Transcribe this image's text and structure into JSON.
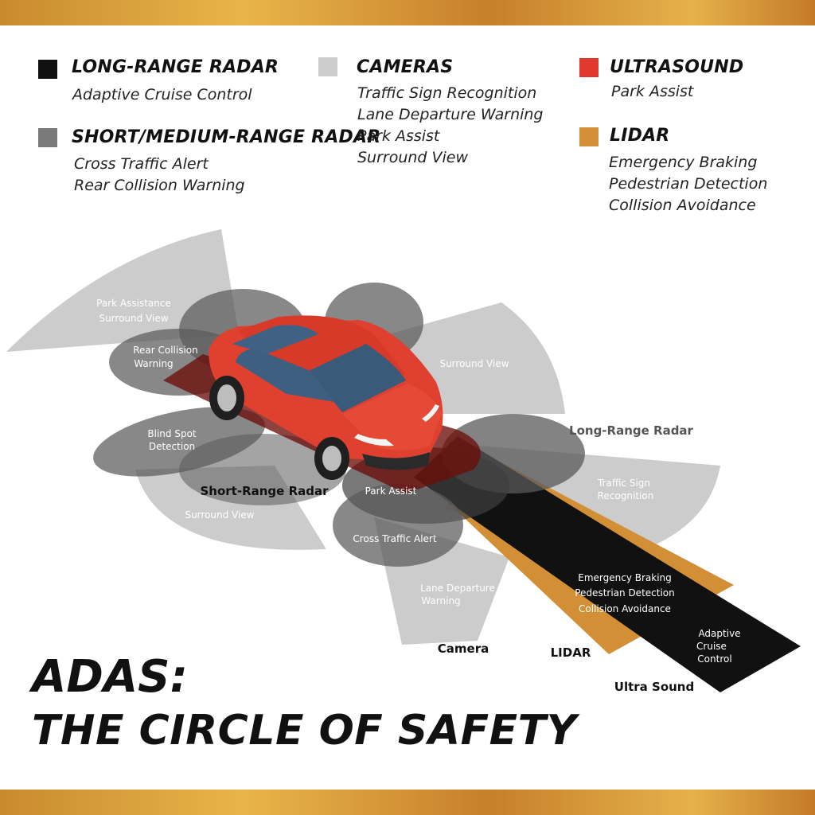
{
  "colors": {
    "long_range_radar": "#111111",
    "short_medium_range_radar": "#7a7a7a",
    "cameras": "#cccccc",
    "ultrasound": "#e03a2e",
    "lidar": "#d38f35",
    "car_body": "#e0402f",
    "band_gold": "#d9a23a"
  },
  "legend": {
    "long_range_radar": {
      "title": "LONG-RANGE RADAR",
      "items": [
        "Adaptive Cruise Control"
      ]
    },
    "short_medium_range_radar": {
      "title": "SHORT/MEDIUM-RANGE RADAR",
      "items": [
        "Cross Traffic Alert",
        "Rear Collision Warning"
      ]
    },
    "cameras": {
      "title": "CAMERAS",
      "items": [
        "Traffic Sign Recognition",
        "Lane Departure Warning",
        "Park Assist",
        "Surround View"
      ]
    },
    "ultrasound": {
      "title": "ULTRASOUND",
      "items": [
        "Park Assist"
      ]
    },
    "lidar": {
      "title": "LIDAR",
      "items": [
        "Emergency Braking",
        "Pedestrian Detection",
        "Collision Avoidance"
      ]
    }
  },
  "diagram": {
    "park_assistance": "Park Assistance",
    "surround_view_rear": "Surround View",
    "rear_collision_1": "Rear Collision",
    "rear_collision_2": "Warning",
    "surround_view_front": "Surround View",
    "long_range_radar": "Long-Range Radar",
    "blind_spot_1": "Blind Spot",
    "blind_spot_2": "Detection",
    "short_range_radar": "Short-Range Radar",
    "park_assist": "Park Assist",
    "surround_view_side": "Surround View",
    "traffic_sign_1": "Traffic Sign",
    "traffic_sign_2": "Recognition",
    "cross_traffic_alert": "Cross Traffic Alert",
    "lane_departure_1": "Lane Departure",
    "lane_departure_2": "Warning",
    "emergency_braking": "Emergency Braking",
    "pedestrian_detection": "Pedestrian Detection",
    "collision_avoidance": "Collision Avoidance",
    "adaptive_1": "Adaptive",
    "adaptive_2": "Cruise",
    "adaptive_3": "Control",
    "camera": "Camera",
    "lidar": "LIDAR",
    "ultra_sound": "Ultra Sound"
  },
  "heading": {
    "line1": "ADAS:",
    "line2": "THE CIRCLE OF SAFETY"
  }
}
